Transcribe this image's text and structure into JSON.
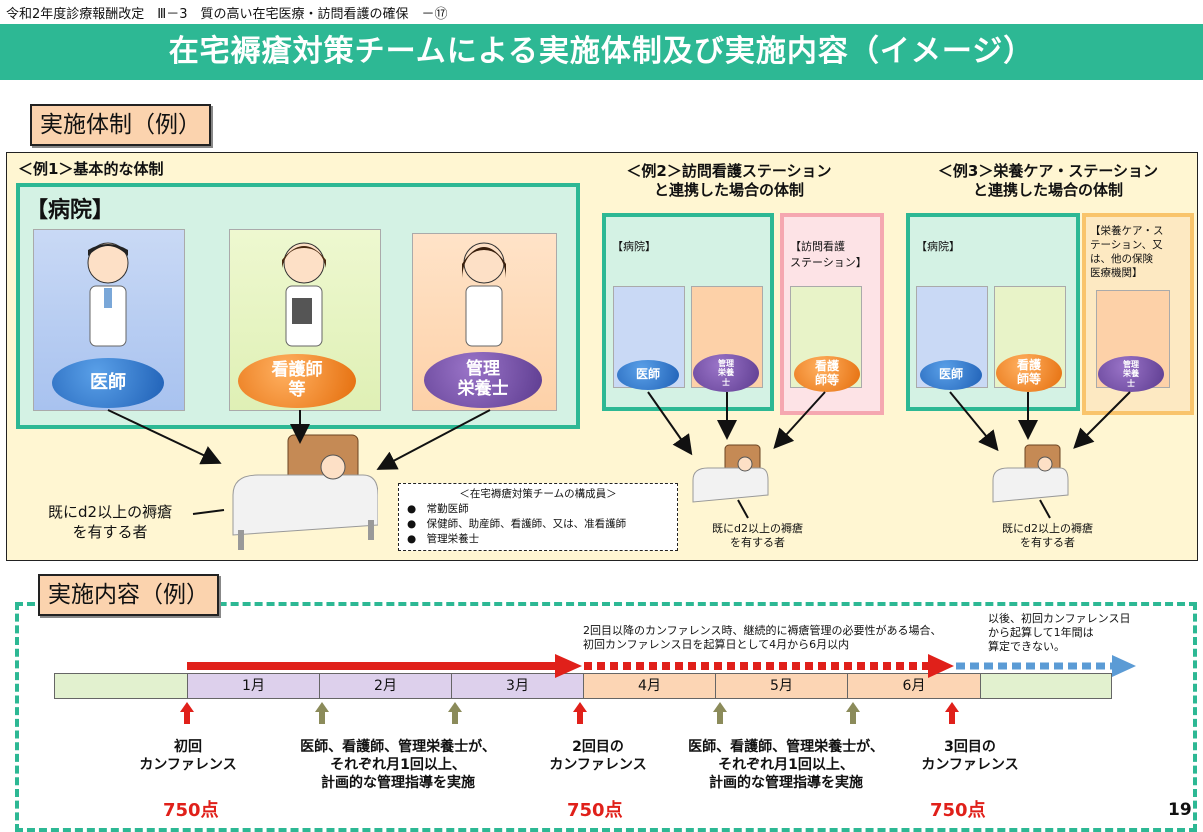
{
  "header": "令和2年度診療報酬改定　Ⅲ－3　質の高い在宅医療・訪問看護の確保　－⑰",
  "title": "在宅褥瘡対策チームによる実施体制及び実施内容（イメージ）",
  "section1": "実施体制（例）",
  "section2": "実施内容（例）",
  "ex1": {
    "title": "＜例1＞基本的な体制",
    "box": "【病院】",
    "roles": [
      "医師",
      "看護師\n等",
      "管理\n栄養士"
    ],
    "patient": "既にd2以上の褥瘡\nを有する者"
  },
  "members": {
    "title": "＜在宅褥瘡対策チームの構成員＞",
    "items": [
      "常勤医師",
      "保健師、助産師、看護師、又は、准看護師",
      "管理栄養士"
    ]
  },
  "ex2": {
    "title": "＜例2＞訪問看護ステーション\nと連携した場合の体制",
    "box1": "【病院】",
    "box2": "【訪問看護\nステーション】",
    "roles": [
      "医師",
      "管理\n栄養\n士",
      "看護\n師等"
    ],
    "patient": "既にd2以上の褥瘡\nを有する者"
  },
  "ex3": {
    "title": "＜例3＞栄養ケア・ステーション\nと連携した場合の体制",
    "box1": "【病院】",
    "box2": "【栄養ケア・ス\nテーション、又\nは、他の保険\n医療機関】",
    "roles": [
      "医師",
      "看護\n師等",
      "管理\n栄養\n士"
    ],
    "patient": "既にd2以上の褥瘡\nを有する者"
  },
  "timeline": {
    "months": [
      "1月",
      "2月",
      "3月",
      "4月",
      "5月",
      "6月"
    ],
    "note_mid": "2回目以降のカンファレンス時、継続的に褥瘡管理の必要性がある場合、\n初回カンファレンス日を起算日として4月から6月以内",
    "note_right": "以後、初回カンファレンス日\nから起算して1年間は\n算定できない。",
    "conf1": "初回\nカンファレンス",
    "conf2": "2回目の\nカンファレンス",
    "conf3": "3回目の\nカンファレンス",
    "guidance1": "医師、看護師、管理栄養士が、\nそれぞれ月1回以上、\n計画的な管理指導を実施",
    "guidance2": "医師、看護師、管理栄養士が、\nそれぞれ月1回以上、\n計画的な管理指導を実施",
    "points": [
      "750点",
      "750点",
      "750点"
    ]
  },
  "page_number": "19",
  "colors": {
    "accent": "#2db894",
    "red": "#e0201a",
    "blue_arrow": "#5b9bd5"
  }
}
